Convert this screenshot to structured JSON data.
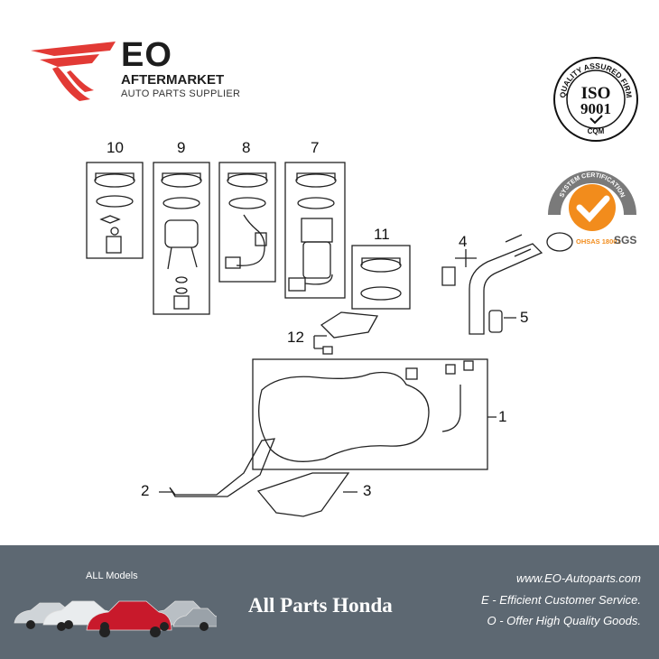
{
  "brand": {
    "name": "EO",
    "line1": "AFTERMARKET",
    "line2": "AUTO PARTS SUPPLIER",
    "accent_color": "#e23a35"
  },
  "badges": {
    "iso_ring_text": "QUALITY ASSURED FIRM",
    "iso_main": "ISO",
    "iso_number": "9001",
    "iso_sub": "CQM",
    "sgs_ring_text": "SYSTEM CERTIFICATION",
    "sgs_label": "SGS",
    "sgs_sub": "OHSAS 18001",
    "sgs_color": "#f28c1c"
  },
  "callouts": [
    "10",
    "9",
    "8",
    "7",
    "11",
    "4",
    "5",
    "12",
    "1",
    "2",
    "3"
  ],
  "footer": {
    "all_models": "ALL Models",
    "title": "All Parts Honda",
    "website": "www.EO-Autoparts.com",
    "line_e": "E - Efficient Customer Service.",
    "line_o": "O - Offer High Quality Goods.",
    "bg_color": "#5d6872"
  }
}
